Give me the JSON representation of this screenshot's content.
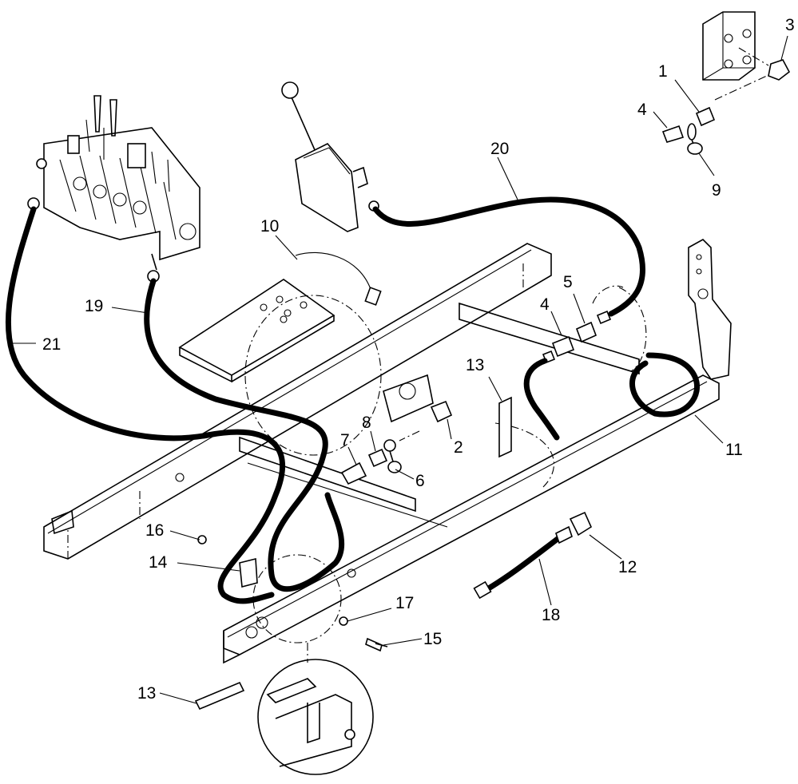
{
  "parts": [
    {
      "id": "1",
      "label": "1"
    },
    {
      "id": "2",
      "label": "2"
    },
    {
      "id": "3",
      "label": "3"
    },
    {
      "id": "4a",
      "label": "4"
    },
    {
      "id": "4b",
      "label": "4"
    },
    {
      "id": "5",
      "label": "5"
    },
    {
      "id": "6",
      "label": "6"
    },
    {
      "id": "7",
      "label": "7"
    },
    {
      "id": "8",
      "label": "8"
    },
    {
      "id": "9",
      "label": "9"
    },
    {
      "id": "10",
      "label": "10"
    },
    {
      "id": "11",
      "label": "11"
    },
    {
      "id": "12",
      "label": "12"
    },
    {
      "id": "13a",
      "label": "13"
    },
    {
      "id": "13b",
      "label": "13"
    },
    {
      "id": "14",
      "label": "14"
    },
    {
      "id": "15",
      "label": "15"
    },
    {
      "id": "16",
      "label": "16"
    },
    {
      "id": "17",
      "label": "17"
    },
    {
      "id": "18",
      "label": "18"
    },
    {
      "id": "19",
      "label": "19"
    },
    {
      "id": "20",
      "label": "20"
    },
    {
      "id": "21",
      "label": "21"
    }
  ]
}
